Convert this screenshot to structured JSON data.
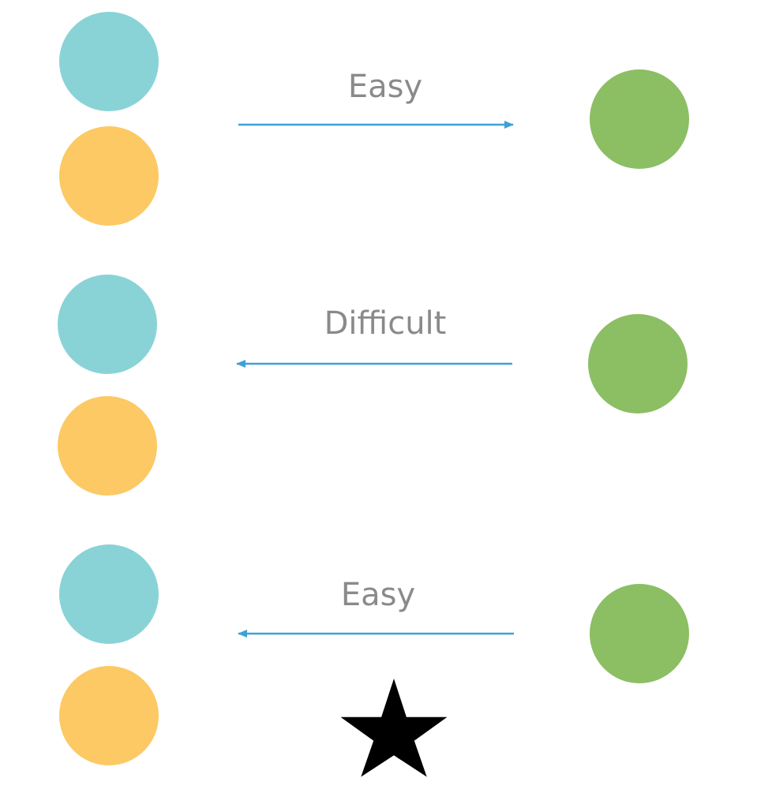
{
  "colors": {
    "source_top": "#89d3d7",
    "source_bottom": "#fcc964",
    "target": "#8cbe63",
    "arrow": "#3ea1d5",
    "label": "#8a8a8a",
    "star": "#000000"
  },
  "rows": [
    {
      "label": "Easy",
      "direction": "right"
    },
    {
      "label": "Difficult",
      "direction": "left"
    },
    {
      "label": "Easy",
      "direction": "left"
    }
  ],
  "icons": {
    "marker": "star-icon"
  }
}
